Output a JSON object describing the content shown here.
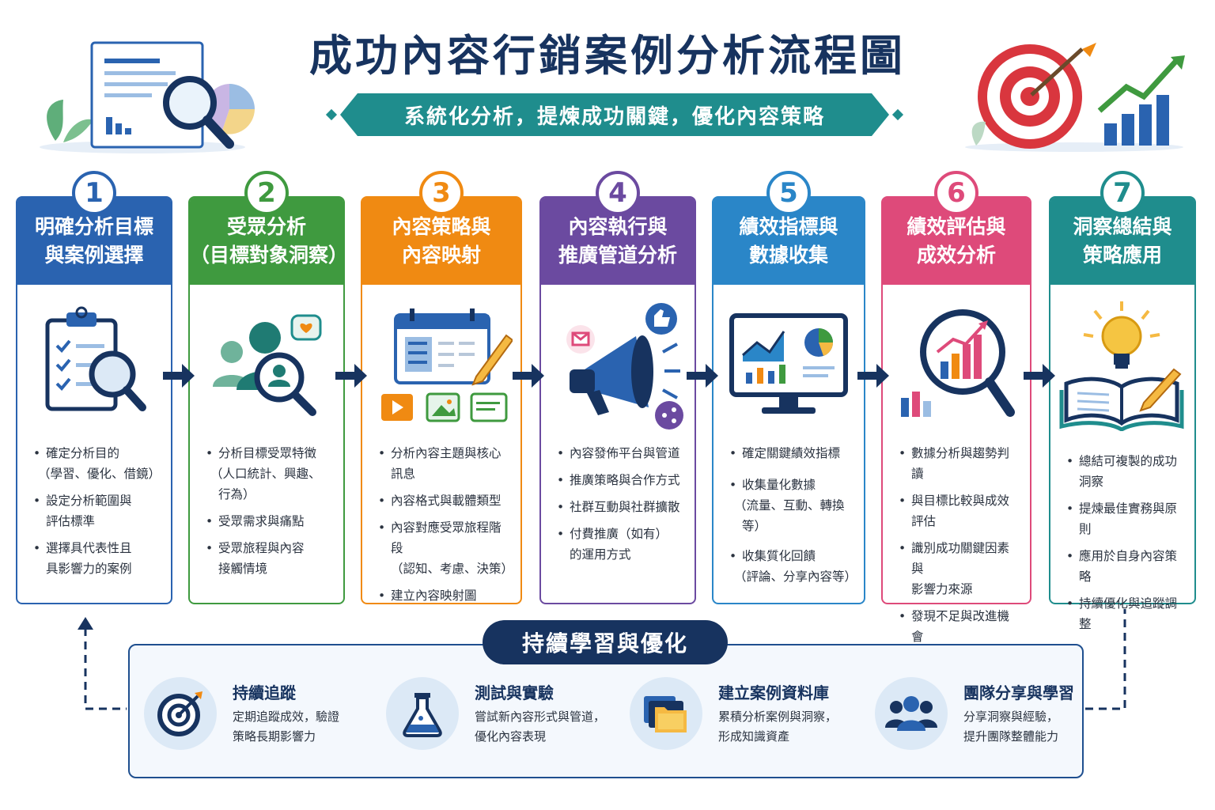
{
  "title": "成功內容行銷案例分析流程圖",
  "subtitle": "系統化分析，提煉成功關鍵，優化內容策略",
  "steps": [
    {
      "number": "1",
      "title_line1": "明確分析目標",
      "title_line2": "與案例選擇",
      "color": "#2a63b0",
      "icon": "clipboard-magnifier-icon",
      "bullets": [
        "確定分析目的",
        "（學習、優化、借鏡）",
        "設定分析範圍與",
        "評估標準",
        "選擇具代表性且",
        "具影響力的案例"
      ]
    },
    {
      "number": "2",
      "title_line1": "受眾分析",
      "title_line2": "（目標對象洞察）",
      "color": "#3f9a3f",
      "icon": "audience-search-icon",
      "bullets": [
        "分析目標受眾特徵",
        "（人口統計、興趣、行為）",
        "受眾需求與痛點",
        "受眾旅程與內容",
        "接觸情境"
      ]
    },
    {
      "number": "3",
      "title_line1": "內容策略與",
      "title_line2": "內容映射",
      "color": "#f08a12",
      "icon": "calendar-pencil-icon",
      "bullets": [
        "分析內容主題與核心訊息",
        "內容格式與載體類型",
        "內容對應受眾旅程階段",
        "（認知、考慮、決策）",
        "建立內容映射圖"
      ]
    },
    {
      "number": "4",
      "title_line1": "內容執行與",
      "title_line2": "推廣管道分析",
      "color": "#6b4aa0",
      "icon": "megaphone-icon",
      "bullets": [
        "內容發佈平台與管道",
        "推廣策略與合作方式",
        "社群互動與社群擴散",
        "付費推廣（如有）",
        "的運用方式"
      ]
    },
    {
      "number": "5",
      "title_line1": "績效指標與",
      "title_line2": "數據收集",
      "color": "#2a86c8",
      "icon": "monitor-chart-icon",
      "bullets": [
        "確定關鍵績效指標",
        "收集量化數據",
        "（流量、互動、轉換等）",
        "收集質化回饋",
        "（評論、分享內容等）"
      ]
    },
    {
      "number": "6",
      "title_line1": "績效評估與",
      "title_line2": "成效分析",
      "color": "#de4a7a",
      "icon": "magnifier-growth-icon",
      "bullets": [
        "數據分析與趨勢判讀",
        "與目標比較與成效評估",
        "識別成功關鍵因素與",
        "影響力來源",
        "發現不足與改進機會"
      ]
    },
    {
      "number": "7",
      "title_line1": "洞察總結與",
      "title_line2": "策略應用",
      "color": "#1f8d8d",
      "icon": "lightbulb-book-icon",
      "bullets": [
        "總結可複製的成功洞察",
        "提煉最佳實務與原則",
        "應用於自身內容策略",
        "持續優化與追蹤調整"
      ]
    }
  ],
  "bottom": {
    "title": "持續學習與優化",
    "items": [
      {
        "title": "持續追蹤",
        "desc1": "定期追蹤成效，驗證",
        "desc2": "策略長期影響力",
        "icon": "target-icon"
      },
      {
        "title": "測試與實驗",
        "desc1": "嘗試新內容形式與管道，",
        "desc2": "優化內容表現",
        "icon": "flask-icon"
      },
      {
        "title": "建立案例資料庫",
        "desc1": "累積分析案例與洞察，",
        "desc2": "形成知識資產",
        "icon": "folders-icon"
      },
      {
        "title": "團隊分享與學習",
        "desc1": "分享洞察與經驗，",
        "desc2": "提升團隊整體能力",
        "icon": "team-icon"
      }
    ]
  },
  "colors": {
    "navy": "#17335f",
    "teal": "#1f8d8d",
    "frame": "#1f4f8f"
  }
}
